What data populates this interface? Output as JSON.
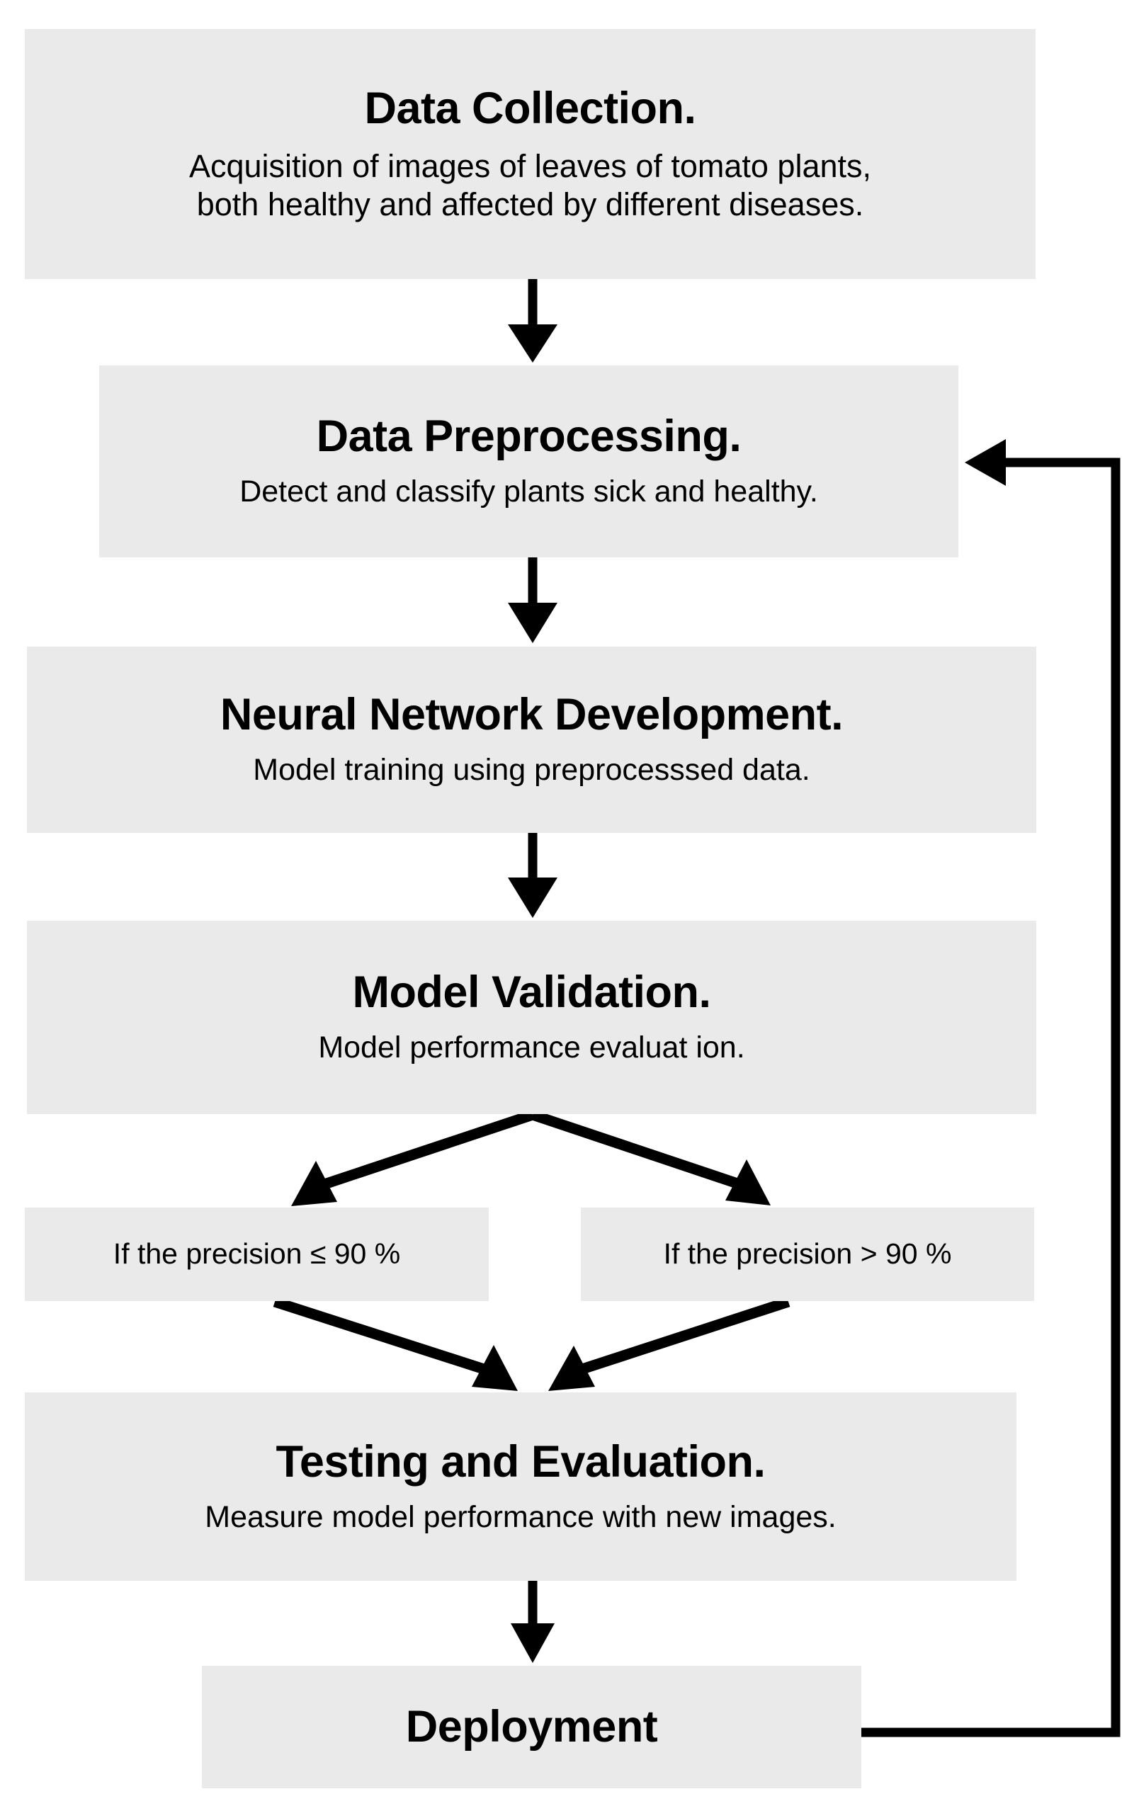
{
  "diagram": {
    "title": "Tomato leaf disease detection pipeline flowchart",
    "box_fill": "#eaeaea",
    "edge_color": "#000000",
    "background": "#ffffff"
  },
  "nodes": {
    "data_collection": {
      "title": "Data Collection.",
      "subtitle_line1": "Acquisition of images of leaves of tomato plants,",
      "subtitle_line2": "both healthy and affected by different diseases."
    },
    "data_preprocessing": {
      "title": "Data Preprocessing.",
      "subtitle": "Detect and classify plants sick and healthy."
    },
    "nn_development": {
      "title": "Neural Network Development.",
      "subtitle": "Model training using preprocesssed data."
    },
    "model_validation": {
      "title": "Model Validation.",
      "subtitle": "Model performance evaluat ion."
    },
    "condition_low": {
      "label": "If the precision ≤ 90 %"
    },
    "condition_high": {
      "label": "If the precision > 90 %"
    },
    "testing_evaluation": {
      "title": "Testing and Evaluation.",
      "subtitle": "Measure model performance with new images."
    },
    "deployment": {
      "title": "Deployment"
    }
  },
  "edges": [
    {
      "name": "data-collection-to-preprocessing",
      "kind": "arrow-down"
    },
    {
      "name": "preprocessing-to-nn-development",
      "kind": "arrow-down"
    },
    {
      "name": "nn-development-to-model-validation",
      "kind": "arrow-down"
    },
    {
      "name": "model-validation-to-condition-low",
      "kind": "arrow-diagonal-left"
    },
    {
      "name": "model-validation-to-condition-high",
      "kind": "arrow-diagonal-right"
    },
    {
      "name": "condition-low-to-testing",
      "kind": "arrow-diagonal-right"
    },
    {
      "name": "condition-high-to-testing",
      "kind": "arrow-diagonal-left"
    },
    {
      "name": "testing-to-deployment",
      "kind": "arrow-down"
    },
    {
      "name": "deployment-to-preprocessing-feedback",
      "kind": "arrow-loop-left"
    }
  ]
}
